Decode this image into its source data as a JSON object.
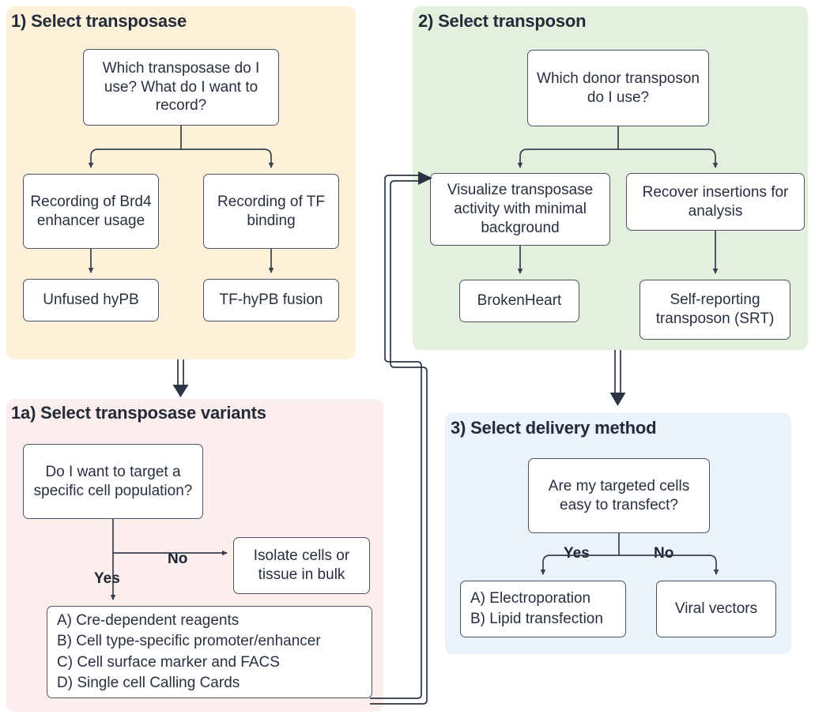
{
  "figure": {
    "type": "flowchart",
    "title": "Calling Cards experiment design decision tree"
  },
  "colors": {
    "panel1_bg": "#fdf1d9",
    "panel1a_bg": "#fceeec",
    "panel2_bg": "#e4f0de",
    "panel3_bg": "#eaf3fb",
    "node_border": "#4b5563",
    "node_bg": "#ffffff",
    "text": "#27303f",
    "connector": "#36404e"
  },
  "panels": [
    {
      "id": "panel-1",
      "title": "1) Select transposase",
      "bg": "#fdf1d9",
      "nodes": [
        {
          "id": "n1-q",
          "text": "Which transposase do I use? What do I want to record?"
        },
        {
          "id": "n1-brd4",
          "text": "Recording of Brd4 enhancer usage"
        },
        {
          "id": "n1-tf",
          "text": "Recording of TF binding"
        },
        {
          "id": "n1-unfused",
          "text": "Unfused hyPB"
        },
        {
          "id": "n1-fusion",
          "text": "TF-hyPB fusion"
        }
      ]
    },
    {
      "id": "panel-1a",
      "title": "1a) Select transposase variants",
      "bg": "#fceeec",
      "nodes": [
        {
          "id": "n1a-q",
          "text": "Do I want to target a specific cell population?"
        },
        {
          "id": "n1a-bulk",
          "text": "Isolate cells or tissue in bulk"
        },
        {
          "id": "n1a-list",
          "text": "A) Cre-dependent reagents\nB) Cell type-specific promoter/enhancer\nC) Cell surface marker and FACS\nD) Single cell Calling Cards"
        }
      ],
      "edge_labels": [
        {
          "id": "n1a-yes",
          "text": "Yes"
        },
        {
          "id": "n1a-no",
          "text": "No"
        }
      ]
    },
    {
      "id": "panel-2",
      "title": "2) Select transposon",
      "bg": "#e4f0de",
      "nodes": [
        {
          "id": "n2-q",
          "text": "Which donor transposon do I use?"
        },
        {
          "id": "n2-vis",
          "text": "Visualize transposase activity with minimal background"
        },
        {
          "id": "n2-recover",
          "text": "Recover insertions for analysis"
        },
        {
          "id": "n2-broken",
          "text": "BrokenHeart"
        },
        {
          "id": "n2-srt",
          "text": "Self-reporting transposon (SRT)"
        }
      ]
    },
    {
      "id": "panel-3",
      "title": "3) Select delivery method",
      "bg": "#eaf3fb",
      "nodes": [
        {
          "id": "n3-q",
          "text": "Are my targeted cells easy to transfect?"
        },
        {
          "id": "n3-list",
          "text": "A) Electroporation\nB) Lipid transfection"
        },
        {
          "id": "n3-viral",
          "text": "Viral vectors"
        }
      ],
      "edge_labels": [
        {
          "id": "n3-yes",
          "text": "Yes"
        },
        {
          "id": "n3-no",
          "text": "No"
        }
      ]
    }
  ]
}
